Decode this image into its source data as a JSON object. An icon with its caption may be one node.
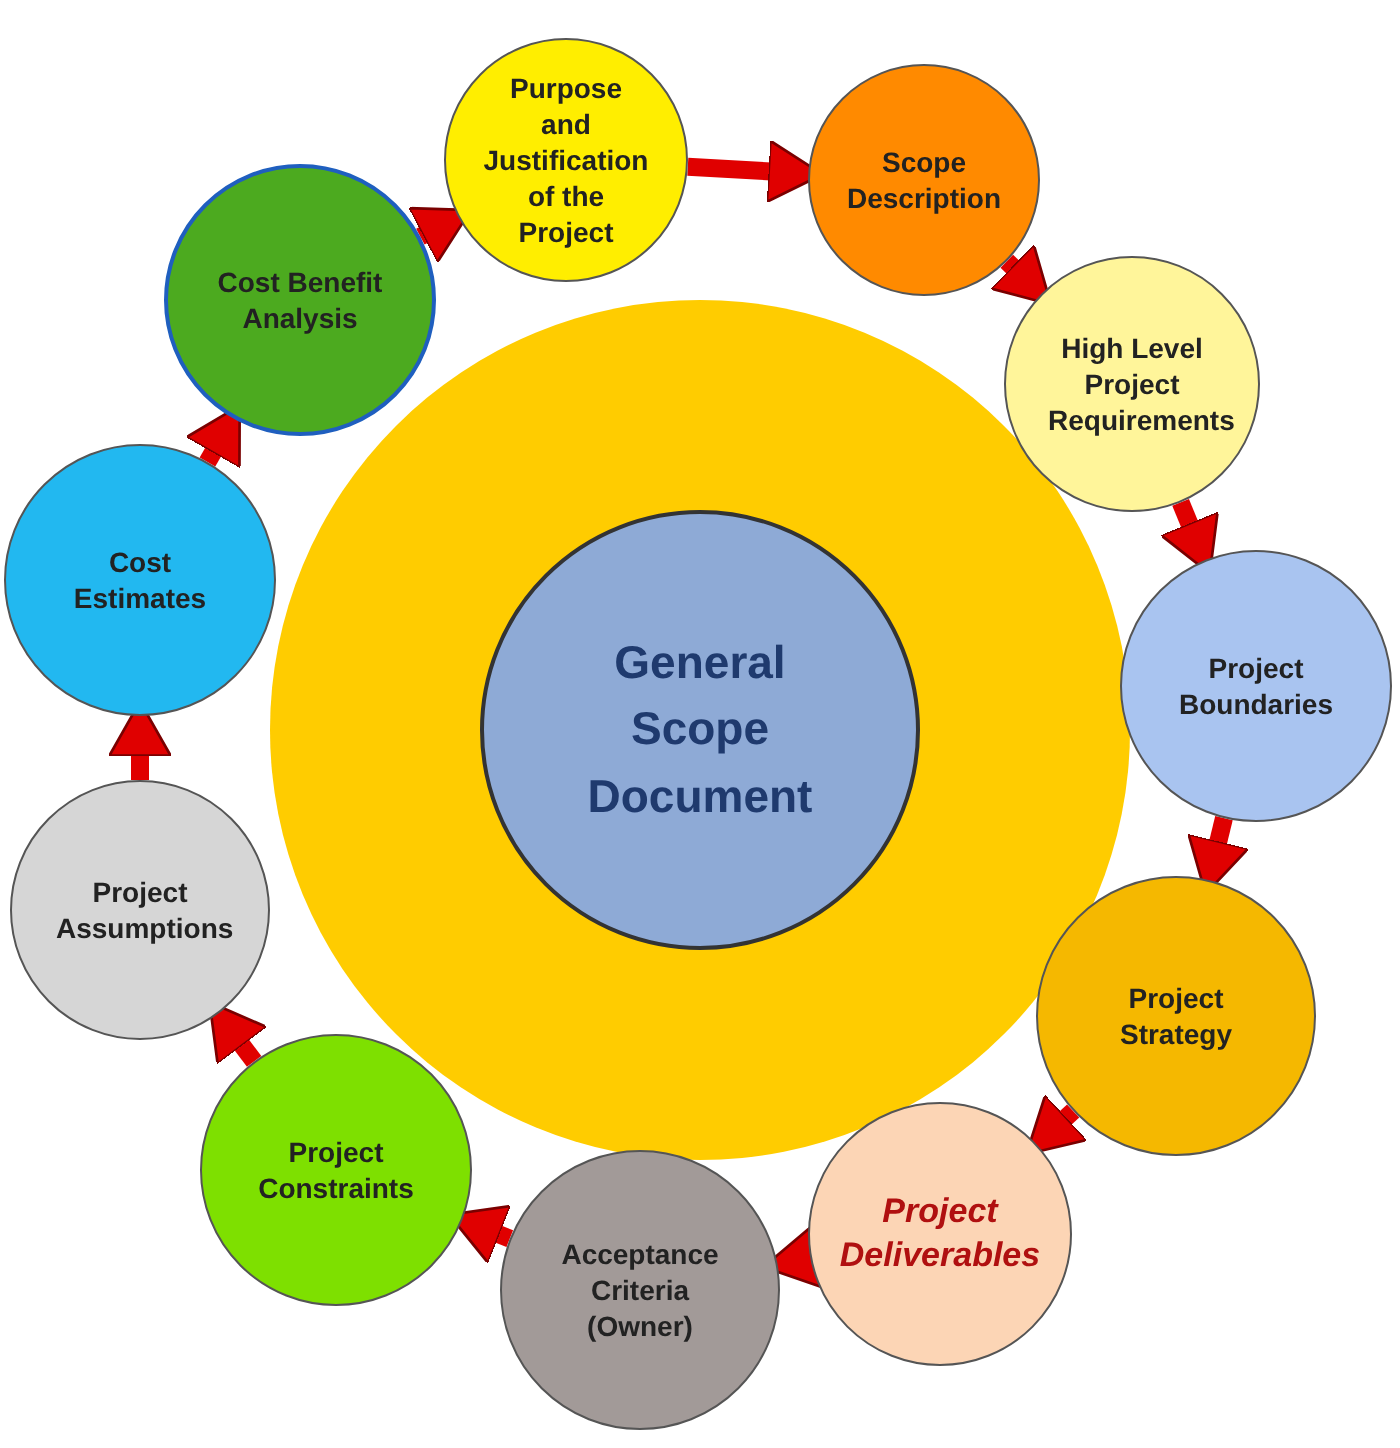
{
  "diagram": {
    "nodes": [
      {
        "text": [],
        "shape": "circle"
      },
      {
        "text": [
          "General Scope Document"
        ],
        "in": 0
      },
      {
        "text": [
          "Purpose and Justification of the Project"
        ]
      },
      {
        "text": [
          "Scope Description"
        ]
      },
      {
        "text": [
          "High Level Project Requirements"
        ]
      },
      {
        "text": [
          "Project Boundaries"
        ]
      },
      {
        "text": [
          "Project Strategy"
        ]
      },
      {
        "text": [
          "Project Deliverables"
        ]
      },
      {
        "text": [
          "Acceptance Criteria (Owner)"
        ]
      },
      {
        "text": [
          "Project Constraints"
        ]
      },
      {
        "text": [
          "Project Assumptions"
        ]
      },
      {
        "text": [
          "Cost Estimates"
        ]
      },
      {
        "text": [
          "Cost Benefit Analysis"
        ]
      }
    ],
    "edges": [
      {
        "from": 2,
        "to": 3,
        "arrow": "to"
      },
      {
        "from": 3,
        "to": 4,
        "arrow": "to"
      },
      {
        "from": 4,
        "to": 5,
        "arrow": "to"
      },
      {
        "from": 5,
        "to": 6,
        "arrow": "to"
      },
      {
        "from": 6,
        "to": 7,
        "arrow": "to"
      },
      {
        "from": 7,
        "to": 8,
        "arrow": "to"
      },
      {
        "from": 8,
        "to": 9,
        "arrow": "to"
      },
      {
        "from": 9,
        "to": 10,
        "arrow": "to"
      },
      {
        "from": 10,
        "to": 11,
        "arrow": "to"
      },
      {
        "from": 11,
        "to": 12,
        "arrow": "to"
      },
      {
        "from": 12,
        "to": 2,
        "arrow": "to"
      }
    ]
  }
}
